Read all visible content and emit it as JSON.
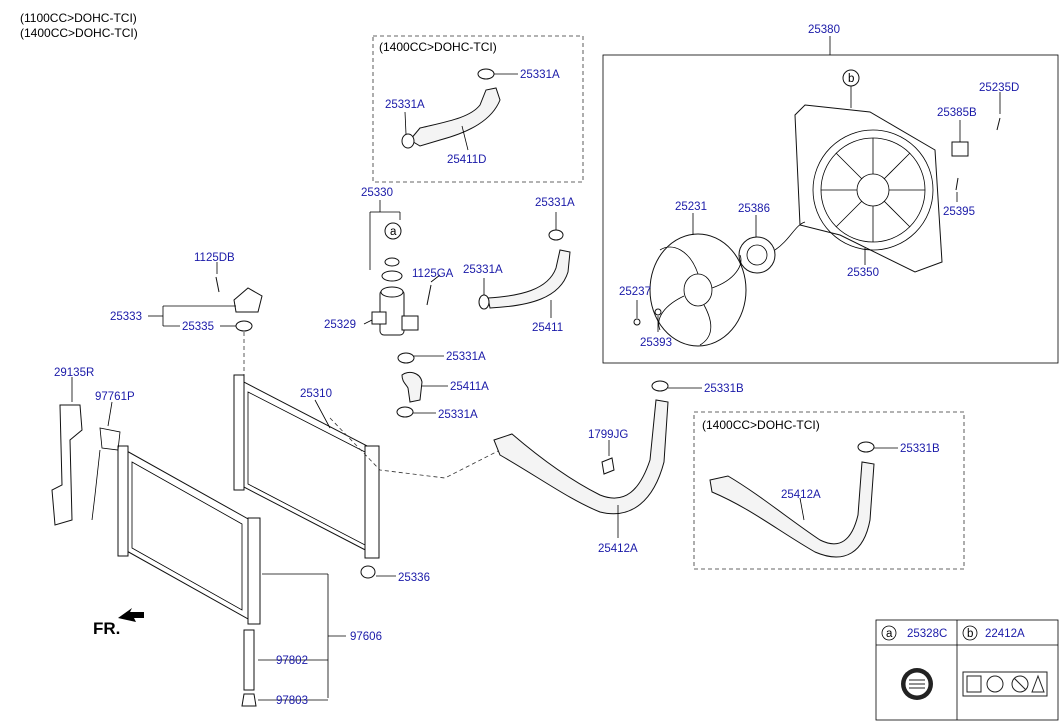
{
  "header": {
    "line1": "(1100CC>DOHC-TCI)",
    "line2": "(1400CC>DOHC-TCI)"
  },
  "boxes": {
    "top_variant": "(1400CC>DOHC-TCI)",
    "right_variant": "(1400CC>DOHC-TCI)",
    "fan_box_label": "25380"
  },
  "parts": {
    "p25331A_top": "25331A",
    "p25331A_top_left": "25331A",
    "p25411D": "25411D",
    "p25330": "25330",
    "p25331A_mid": "25331A",
    "p1125GA": "1125GA",
    "p25331A_right": "25331A",
    "p25411": "25411",
    "p1125DB": "1125DB",
    "p25333": "25333",
    "p25335": "25335",
    "p25329": "25329",
    "p25331A_lower": "25331A",
    "p25411A": "25411A",
    "p25331A_bottom": "25331A",
    "p29135R": "29135R",
    "p97761P": "97761P",
    "p25310": "25310",
    "p1799JG": "1799JG",
    "p25331B_mid": "25331B",
    "p25331B_right": "25331B",
    "p25412A_mid": "25412A",
    "p25412A_right": "25412A",
    "p25336": "25336",
    "p97606": "97606",
    "p97802": "97802",
    "p97803": "97803",
    "p25231": "25231",
    "p25386": "25386",
    "p25235D": "25235D",
    "p25385B": "25385B",
    "p25395": "25395",
    "p25350": "25350",
    "p25237": "25237",
    "p25393": "25393"
  },
  "callouts": {
    "a": "a",
    "b": "b"
  },
  "orientation": "FR.",
  "legend": {
    "a_letter": "a",
    "a_part": "25328C",
    "b_letter": "b",
    "b_part": "22412A"
  }
}
